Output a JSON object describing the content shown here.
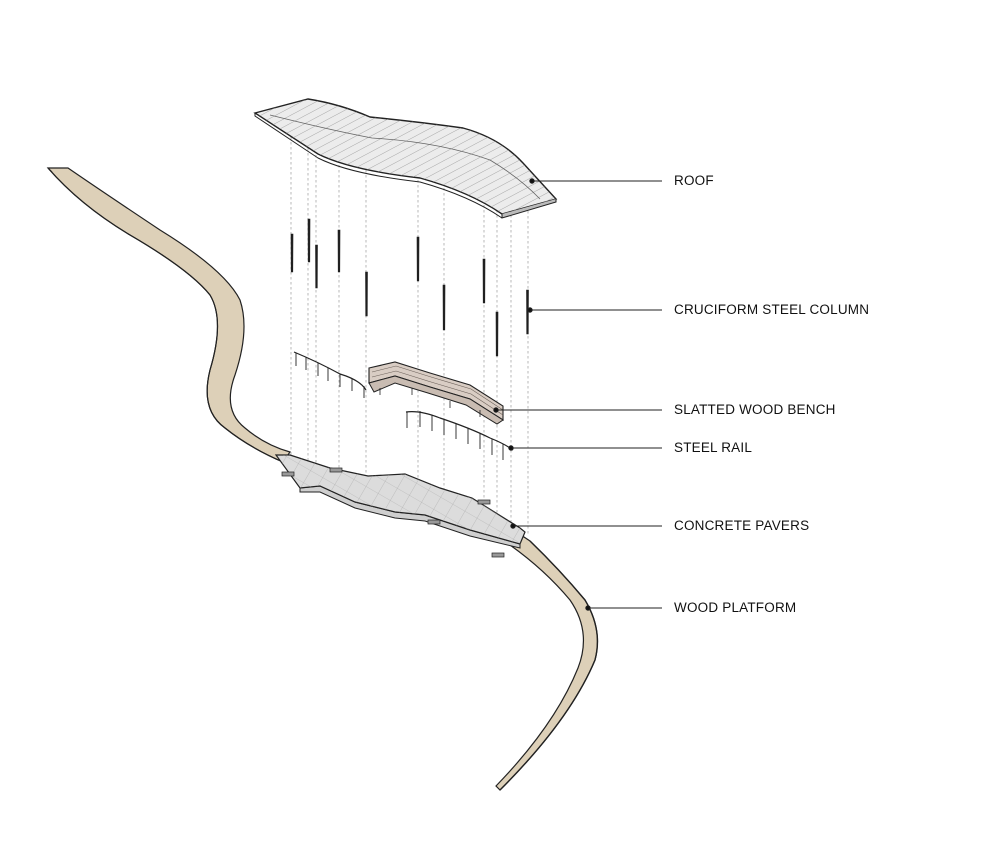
{
  "diagram": {
    "labels": {
      "roof": "ROOF",
      "column": "CRUCIFORM STEEL COLUMN",
      "bench": "SLATTED WOOD BENCH",
      "rail": "STEEL RAIL",
      "pavers": "CONCRETE PAVERS",
      "wood_platform": "WOOD PLATFORM"
    },
    "colors": {
      "wood": "#ddd0b8",
      "wood_edge": "#c9b99b",
      "bench": "#d9cdc4",
      "pavers": "#d8d8d8",
      "line": "#222222",
      "guide": "#9a9a9a"
    }
  }
}
